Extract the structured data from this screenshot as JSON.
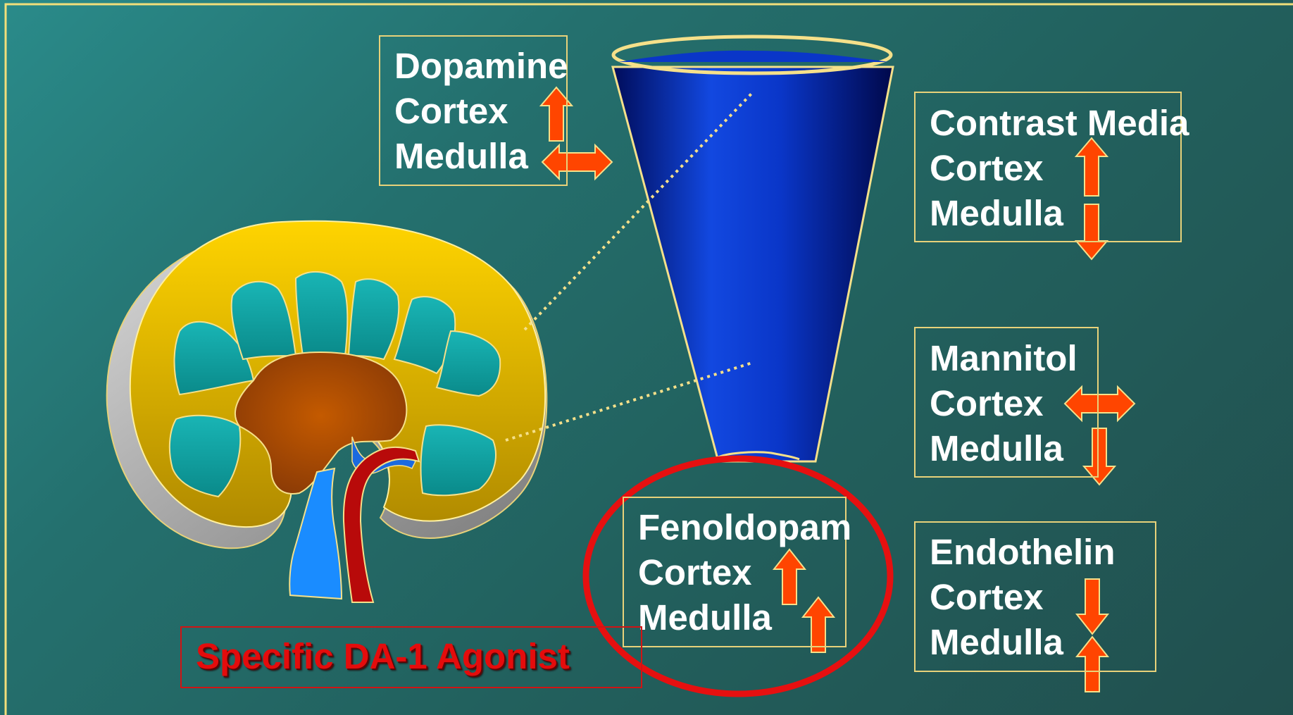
{
  "theme": {
    "accent_yellow": "#ffe27a",
    "arrow_orange": "#ff4500",
    "circle_red": "#e61010",
    "label_red": "#e40c0c",
    "cone_blue": "#0a36c8"
  },
  "icons": [
    "up-arrow-icon",
    "down-arrow-icon",
    "left-right-arrow-icon"
  ],
  "boxes": [
    {
      "id": "dopamine",
      "title": "Dopamine",
      "row1": "Cortex",
      "row2": "Medulla",
      "cortex_effect": "increase",
      "medulla_effect": "no change"
    },
    {
      "id": "contrast",
      "title": "Contrast Media",
      "row1": "Cortex",
      "row2": "Medulla",
      "cortex_effect": "increase",
      "medulla_effect": "decrease"
    },
    {
      "id": "mannitol",
      "title": "Mannitol",
      "row1": "Cortex",
      "row2": "Medulla",
      "cortex_effect": "no change",
      "medulla_effect": "decrease"
    },
    {
      "id": "fenoldopam",
      "title": "Fenoldopam",
      "row1": "Cortex",
      "row2": "Medulla",
      "cortex_effect": "increase",
      "medulla_effect": "increase",
      "highlighted": true
    },
    {
      "id": "endothelin",
      "title": "Endothelin",
      "row1": "Cortex",
      "row2": "Medulla",
      "cortex_effect": "decrease",
      "medulla_effect": "increase"
    }
  ],
  "label": {
    "text": "Specific DA-1 Agonist"
  }
}
